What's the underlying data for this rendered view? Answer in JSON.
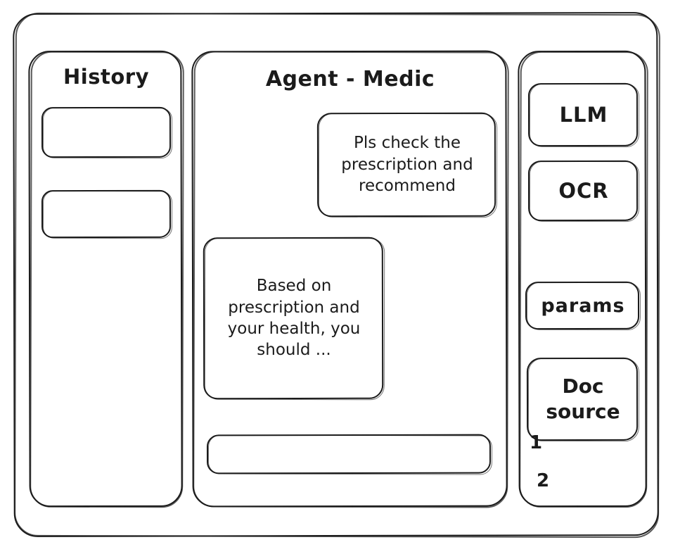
{
  "window": {
    "frame_name": "app-window",
    "background_color": "#ffffff",
    "stroke_color": "#1b1b1b",
    "style": "hand-drawn-wireframe"
  },
  "sidebar_left": {
    "title": "History",
    "items": [
      {
        "label": ""
      },
      {
        "label": ""
      }
    ]
  },
  "main": {
    "title": "Agent - Medic",
    "messages": [
      {
        "role": "user",
        "text": "Pls check the prescription and recommend",
        "align": "right"
      },
      {
        "role": "agent",
        "text": "Based on prescription and your health, you should ...",
        "align": "left"
      }
    ],
    "composer": {
      "value": "",
      "placeholder": ""
    }
  },
  "sidebar_right": {
    "tools": [
      {
        "label": "LLM"
      },
      {
        "label": "OCR"
      },
      {
        "label": "params"
      }
    ],
    "doc_source": {
      "label": "Doc source",
      "items": [
        {
          "number": "1",
          "label": ""
        },
        {
          "number": "2",
          "label": ""
        }
      ]
    }
  }
}
